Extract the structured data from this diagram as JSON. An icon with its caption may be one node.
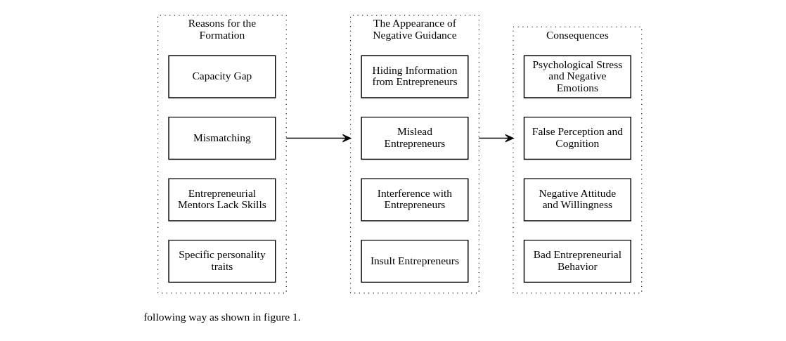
{
  "diagram": {
    "nodes": [
      {
        "text": [
          "Reasons for the Formation"
        ]
      },
      {
        "text": [
          "Capacity Gap"
        ],
        "in": 0
      },
      {
        "text": [
          "Mismatching"
        ],
        "in": 0
      },
      {
        "text": [
          "Entrepreneurial Mentors Lack Skills"
        ],
        "in": 0
      },
      {
        "text": [
          "Specific personality traits"
        ],
        "in": 0
      },
      {
        "text": [
          "The Appearance of Negative Guidance"
        ]
      },
      {
        "text": [
          "Hiding Information from Entrepreneurs"
        ],
        "in": 5
      },
      {
        "text": [
          "Mislead Entrepreneurs"
        ],
        "in": 5
      },
      {
        "text": [
          "Interference with Entrepreneurs"
        ],
        "in": 5
      },
      {
        "text": [
          "Insult Entrepreneurs"
        ],
        "in": 5
      },
      {
        "text": [
          "Consequences"
        ]
      },
      {
        "text": [
          "Psychological Stress and Negative Emotions"
        ],
        "in": 10
      },
      {
        "text": [
          "False Perception and Cognition"
        ],
        "in": 10
      },
      {
        "text": [
          "Negative Attitude and Willingness"
        ],
        "in": 10
      },
      {
        "text": [
          "Bad Entrepreneurial Behavior"
        ],
        "in": 10
      }
    ],
    "edges": [
      {
        "from": 0,
        "to": 5,
        "arrow": "to"
      },
      {
        "from": 5,
        "to": 10,
        "arrow": "to"
      }
    ],
    "labels": [
      "following way as shown in figure 1."
    ]
  }
}
